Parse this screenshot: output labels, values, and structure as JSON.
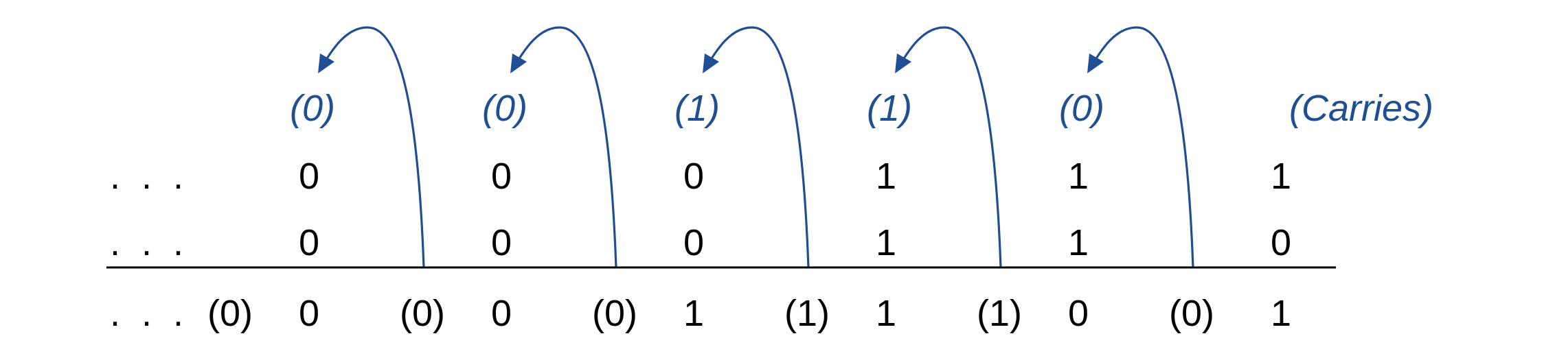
{
  "ellipsis": ". . .",
  "carries_row": [
    "(0)",
    "(0)",
    "(1)",
    "(1)",
    "(0)"
  ],
  "carries_label": "(Carries)",
  "operand_a": [
    "0",
    "0",
    "0",
    "1",
    "1",
    "1"
  ],
  "operand_b": [
    "0",
    "0",
    "0",
    "1",
    "1",
    "0"
  ],
  "result_carries": [
    "(0)",
    "(0)",
    "(0)",
    "(1)",
    "(1)",
    "(0)"
  ],
  "result_digits": [
    "0",
    "0",
    "1",
    "1",
    "0",
    "1"
  ],
  "colors": {
    "carry": "#1f4e93",
    "text": "#000000"
  }
}
